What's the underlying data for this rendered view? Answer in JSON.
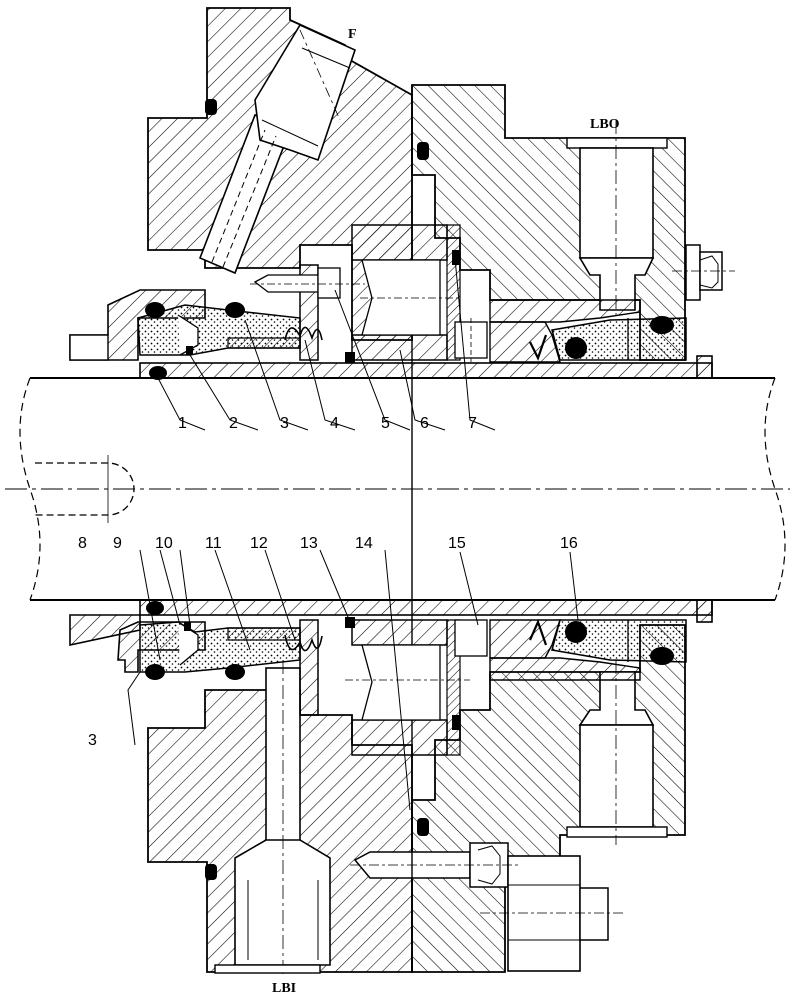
{
  "diagram": {
    "port_labels": {
      "flush": "F",
      "outlet": "LBO",
      "inlet": "LBI"
    },
    "callouts_top": [
      "1",
      "2",
      "3",
      "4",
      "5",
      "6",
      "7"
    ],
    "callouts_bottom": [
      "8",
      "9",
      "10",
      "11",
      "12",
      "13",
      "14",
      "15",
      "16"
    ],
    "callout_bottom_left": "3",
    "colors": {
      "line": "#000000",
      "hatch": "#000000",
      "oring": "#000000",
      "background": "#ffffff"
    }
  }
}
